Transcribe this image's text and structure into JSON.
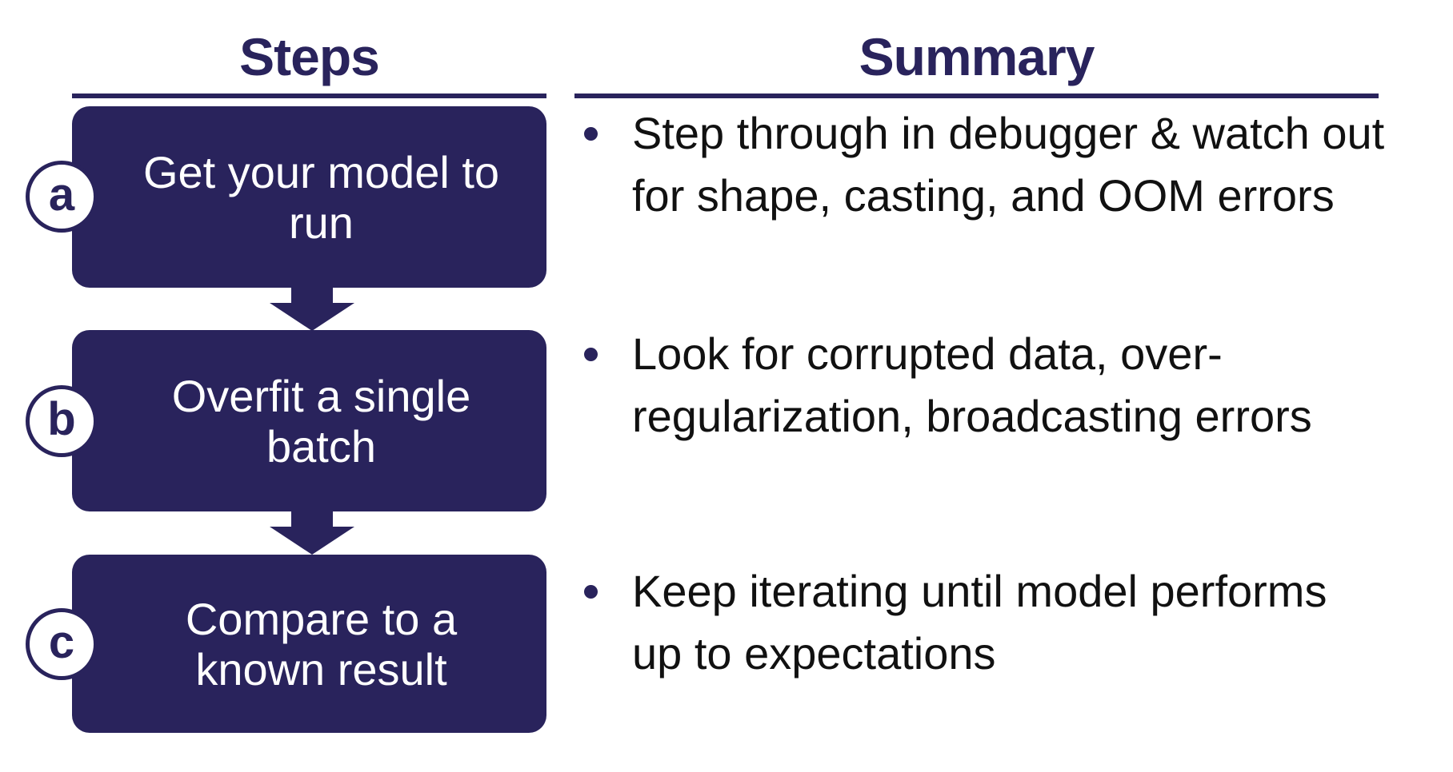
{
  "colors": {
    "navy": "#29235C",
    "text": "#111111",
    "box_text": "#FFFFFF",
    "background": "#FFFFFF"
  },
  "columns": {
    "steps": {
      "title": "Steps"
    },
    "summary": {
      "title": "Summary"
    }
  },
  "steps": [
    {
      "id": "a",
      "label": "Get your model to\nrun"
    },
    {
      "id": "b",
      "label": "Overfit a single\nbatch"
    },
    {
      "id": "c",
      "label": "Compare to a\nknown result"
    }
  ],
  "summary_bullets": [
    {
      "text": "Step through in debugger & watch out\nfor shape, casting, and OOM errors"
    },
    {
      "text": "Look for corrupted data, over-\nregularization, broadcasting errors"
    },
    {
      "text": "Keep iterating until model performs\nup to expectations"
    }
  ]
}
